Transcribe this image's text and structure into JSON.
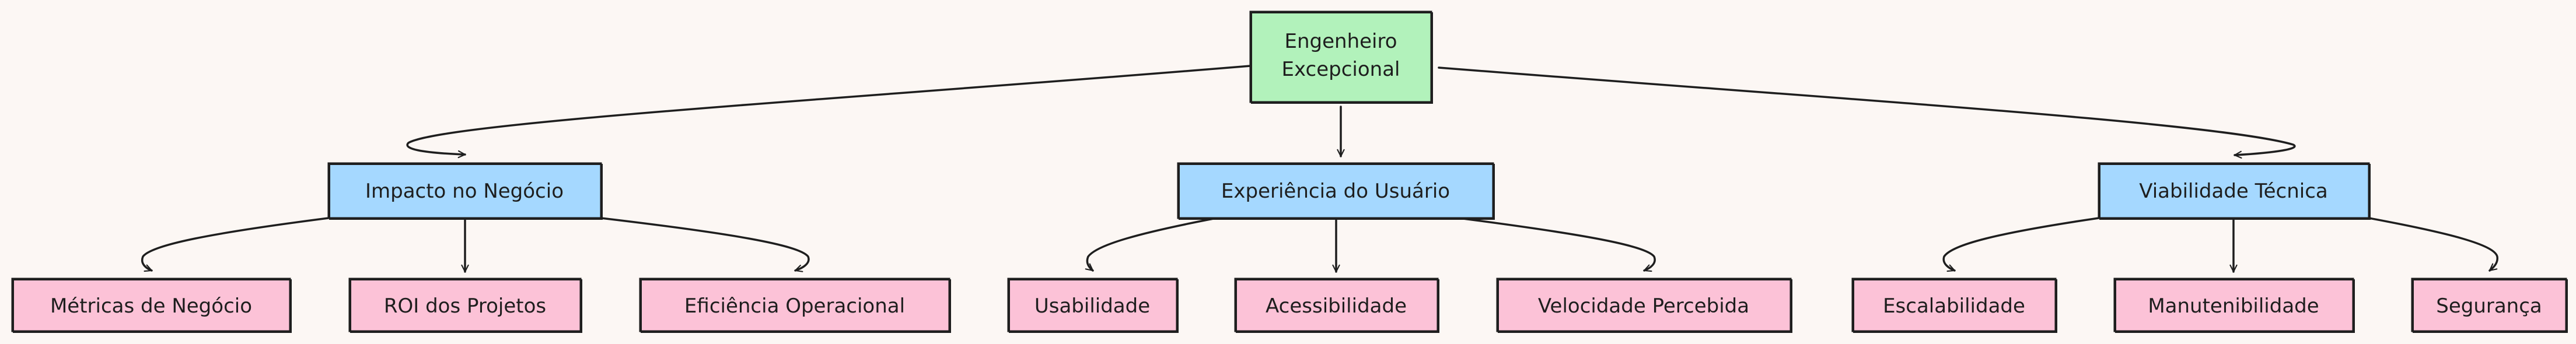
{
  "colors": {
    "background": "#fcf7f4",
    "root_fill": "#b2f2bb",
    "level1_fill": "#a5d8ff",
    "level2_fill": "#fcc2d7",
    "stroke": "#1e1e1e"
  },
  "root": {
    "lines": [
      "Engenheiro",
      "Excepcional"
    ]
  },
  "categories": [
    {
      "label": "Impacto no Negócio",
      "children": [
        "Métricas de Negócio",
        "ROI dos Projetos",
        "Eficiência Operacional"
      ]
    },
    {
      "label": "Experiência do Usuário",
      "children": [
        "Usabilidade",
        "Acessibilidade",
        "Velocidade Percebida"
      ]
    },
    {
      "label": "Viabilidade Técnica",
      "children": [
        "Escalabilidade",
        "Manutenibilidade",
        "Segurança"
      ]
    }
  ]
}
